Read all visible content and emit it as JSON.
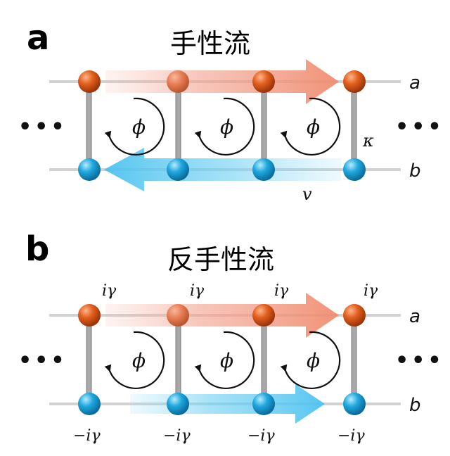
{
  "panel_a": {
    "letter": "a",
    "title": "手性流",
    "row_top_label": "a",
    "row_bottom_label": "b",
    "left_dots": "•••",
    "right_dots": "•••",
    "phi": "ϕ",
    "kappa": "κ",
    "v": "v"
  },
  "panel_b": {
    "letter": "b",
    "title": "反手性流",
    "row_top_label": "a",
    "row_bottom_label": "b",
    "left_dots": "•••",
    "right_dots": "•••",
    "phi": "ϕ",
    "gain": "iγ",
    "loss": "−iγ"
  },
  "colors": {
    "orange_node": "#d9551c",
    "blue_node": "#1aa7dc",
    "orange_arrow": "#f19a80",
    "blue_arrow": "#5fc8f0",
    "rail": "#cfcfcf",
    "rung": "#9a9a9a"
  }
}
